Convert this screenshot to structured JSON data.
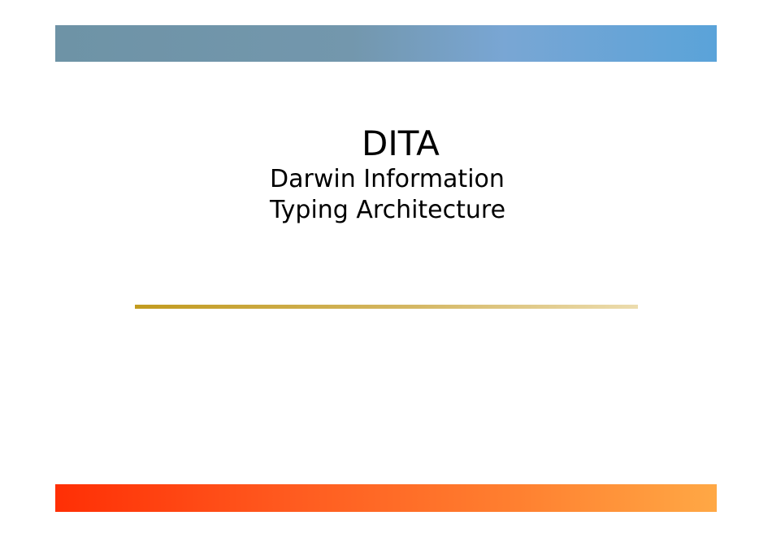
{
  "slide": {
    "title": "DITA",
    "subtitle_line1": "Darwin Information",
    "subtitle_line2": "Typing Architecture"
  },
  "colors": {
    "top_band_start": "#6e93a6",
    "top_band_end": "#5aa3d9",
    "divider_start": "#c29b1f",
    "divider_end": "#ecdcae",
    "bottom_band_start": "#ff2f05",
    "bottom_band_end": "#ffa845"
  }
}
